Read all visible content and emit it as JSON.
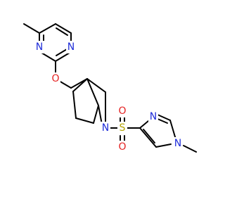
{
  "colors": {
    "bond": "#000000",
    "nitrogen": "#1f2dd9",
    "oxygen": "#e52222",
    "sulfur": "#b3a200",
    "background": "#ffffff"
  },
  "atoms": {
    "pyrimidine_n_top": {
      "label": "N",
      "element": "nitrogen"
    },
    "pyrimidine_n_bottom": {
      "label": "N",
      "element": "nitrogen"
    },
    "ether_o": {
      "label": "O",
      "element": "oxygen"
    },
    "sulfonyl_s": {
      "label": "S",
      "element": "sulfur"
    },
    "sulfonyl_o_top": {
      "label": "O",
      "element": "oxygen"
    },
    "sulfonyl_o_bottom": {
      "label": "O",
      "element": "oxygen"
    },
    "ring_n": {
      "label": "N",
      "element": "nitrogen"
    },
    "imidazole_n_top": {
      "label": "N",
      "element": "nitrogen"
    },
    "imidazole_n_methyl": {
      "label": "N",
      "element": "nitrogen"
    }
  }
}
